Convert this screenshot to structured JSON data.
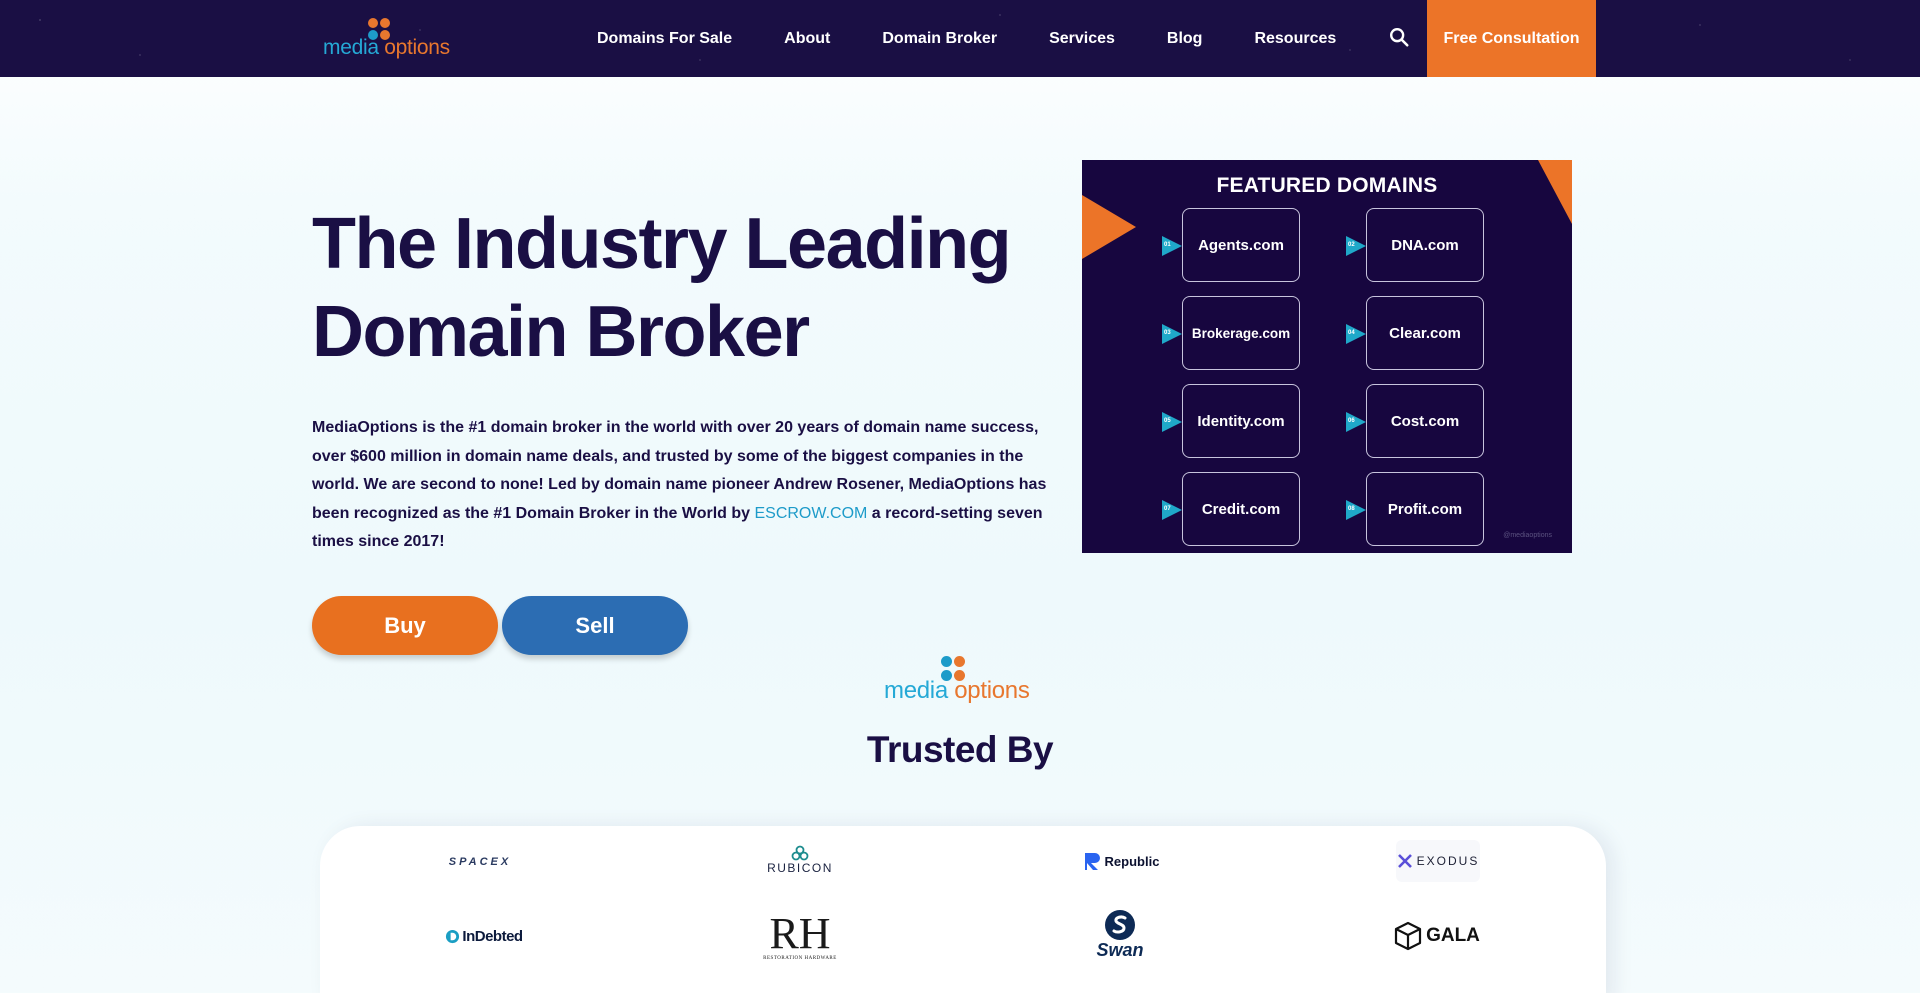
{
  "header": {
    "logo": {
      "word1": "media",
      "word2": "options"
    },
    "nav": [
      {
        "label": "Domains For Sale"
      },
      {
        "label": "About"
      },
      {
        "label": "Domain Broker"
      },
      {
        "label": "Services"
      },
      {
        "label": "Blog"
      },
      {
        "label": "Resources"
      }
    ],
    "search_icon": "search-icon",
    "cta_label": "Free Consultation"
  },
  "hero": {
    "title_line1": "The Industry Leading",
    "title_line2": "Domain Broker",
    "desc_part1": "MediaOptions is the #1 domain broker in the world with over 20 years of domain name success, over $600 million in domain name deals, and trusted by some of the biggest companies in the world. We are second to none! Led by domain name pioneer Andrew Rosener, MediaOptions has been recognized as the #1 Domain Broker in the World by ",
    "desc_link": "ESCROW.COM",
    "desc_part2": " a record-setting seven times since 2017!",
    "buy_label": "Buy",
    "sell_label": "Sell"
  },
  "featured": {
    "title": "FEATURED DOMAINS",
    "domains": [
      {
        "num": "01",
        "name": "Agents.com"
      },
      {
        "num": "02",
        "name": "DNA.com"
      },
      {
        "num": "03",
        "name": "Brokerage.com"
      },
      {
        "num": "04",
        "name": "Clear.com"
      },
      {
        "num": "05",
        "name": "Identity.com"
      },
      {
        "num": "06",
        "name": "Cost.com"
      },
      {
        "num": "07",
        "name": "Credit.com"
      },
      {
        "num": "08",
        "name": "Profit.com"
      }
    ],
    "watermark": "@mediaoptions"
  },
  "trusted": {
    "logo": {
      "word1": "media",
      "word2": "options"
    },
    "title": "Trusted By",
    "brands": [
      {
        "name": "SPACEX"
      },
      {
        "name": "RUBICON"
      },
      {
        "name": "Republic"
      },
      {
        "name": "EXODUS"
      },
      {
        "name": "InDebted"
      },
      {
        "name": "RH",
        "sub": "RESTORATION HARDWARE"
      },
      {
        "name": "Swan"
      },
      {
        "name": "GALA"
      }
    ]
  },
  "colors": {
    "navy": "#1a0f44",
    "orange": "#ec7428",
    "blue": "#2c6db3",
    "teal": "#1fa8c9"
  }
}
